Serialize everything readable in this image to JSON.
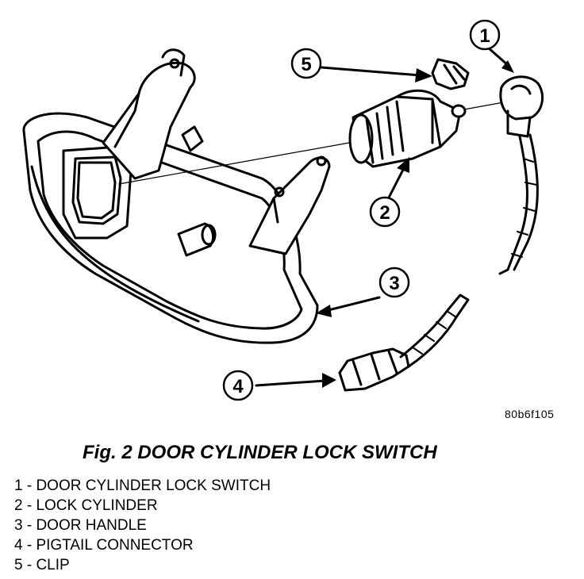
{
  "figure": {
    "code": "80b6f105",
    "caption": "Fig. 2 DOOR CYLINDER LOCK SWITCH",
    "callouts": [
      {
        "number": "1"
      },
      {
        "number": "2"
      },
      {
        "number": "3"
      },
      {
        "number": "4"
      },
      {
        "number": "5"
      }
    ]
  },
  "legend": [
    {
      "text": "1 - DOOR CYLINDER LOCK SWITCH"
    },
    {
      "text": "2 - LOCK CYLINDER"
    },
    {
      "text": "3 - DOOR HANDLE"
    },
    {
      "text": "4 - PIGTAIL CONNECTOR"
    },
    {
      "text": "5 - CLIP"
    }
  ]
}
